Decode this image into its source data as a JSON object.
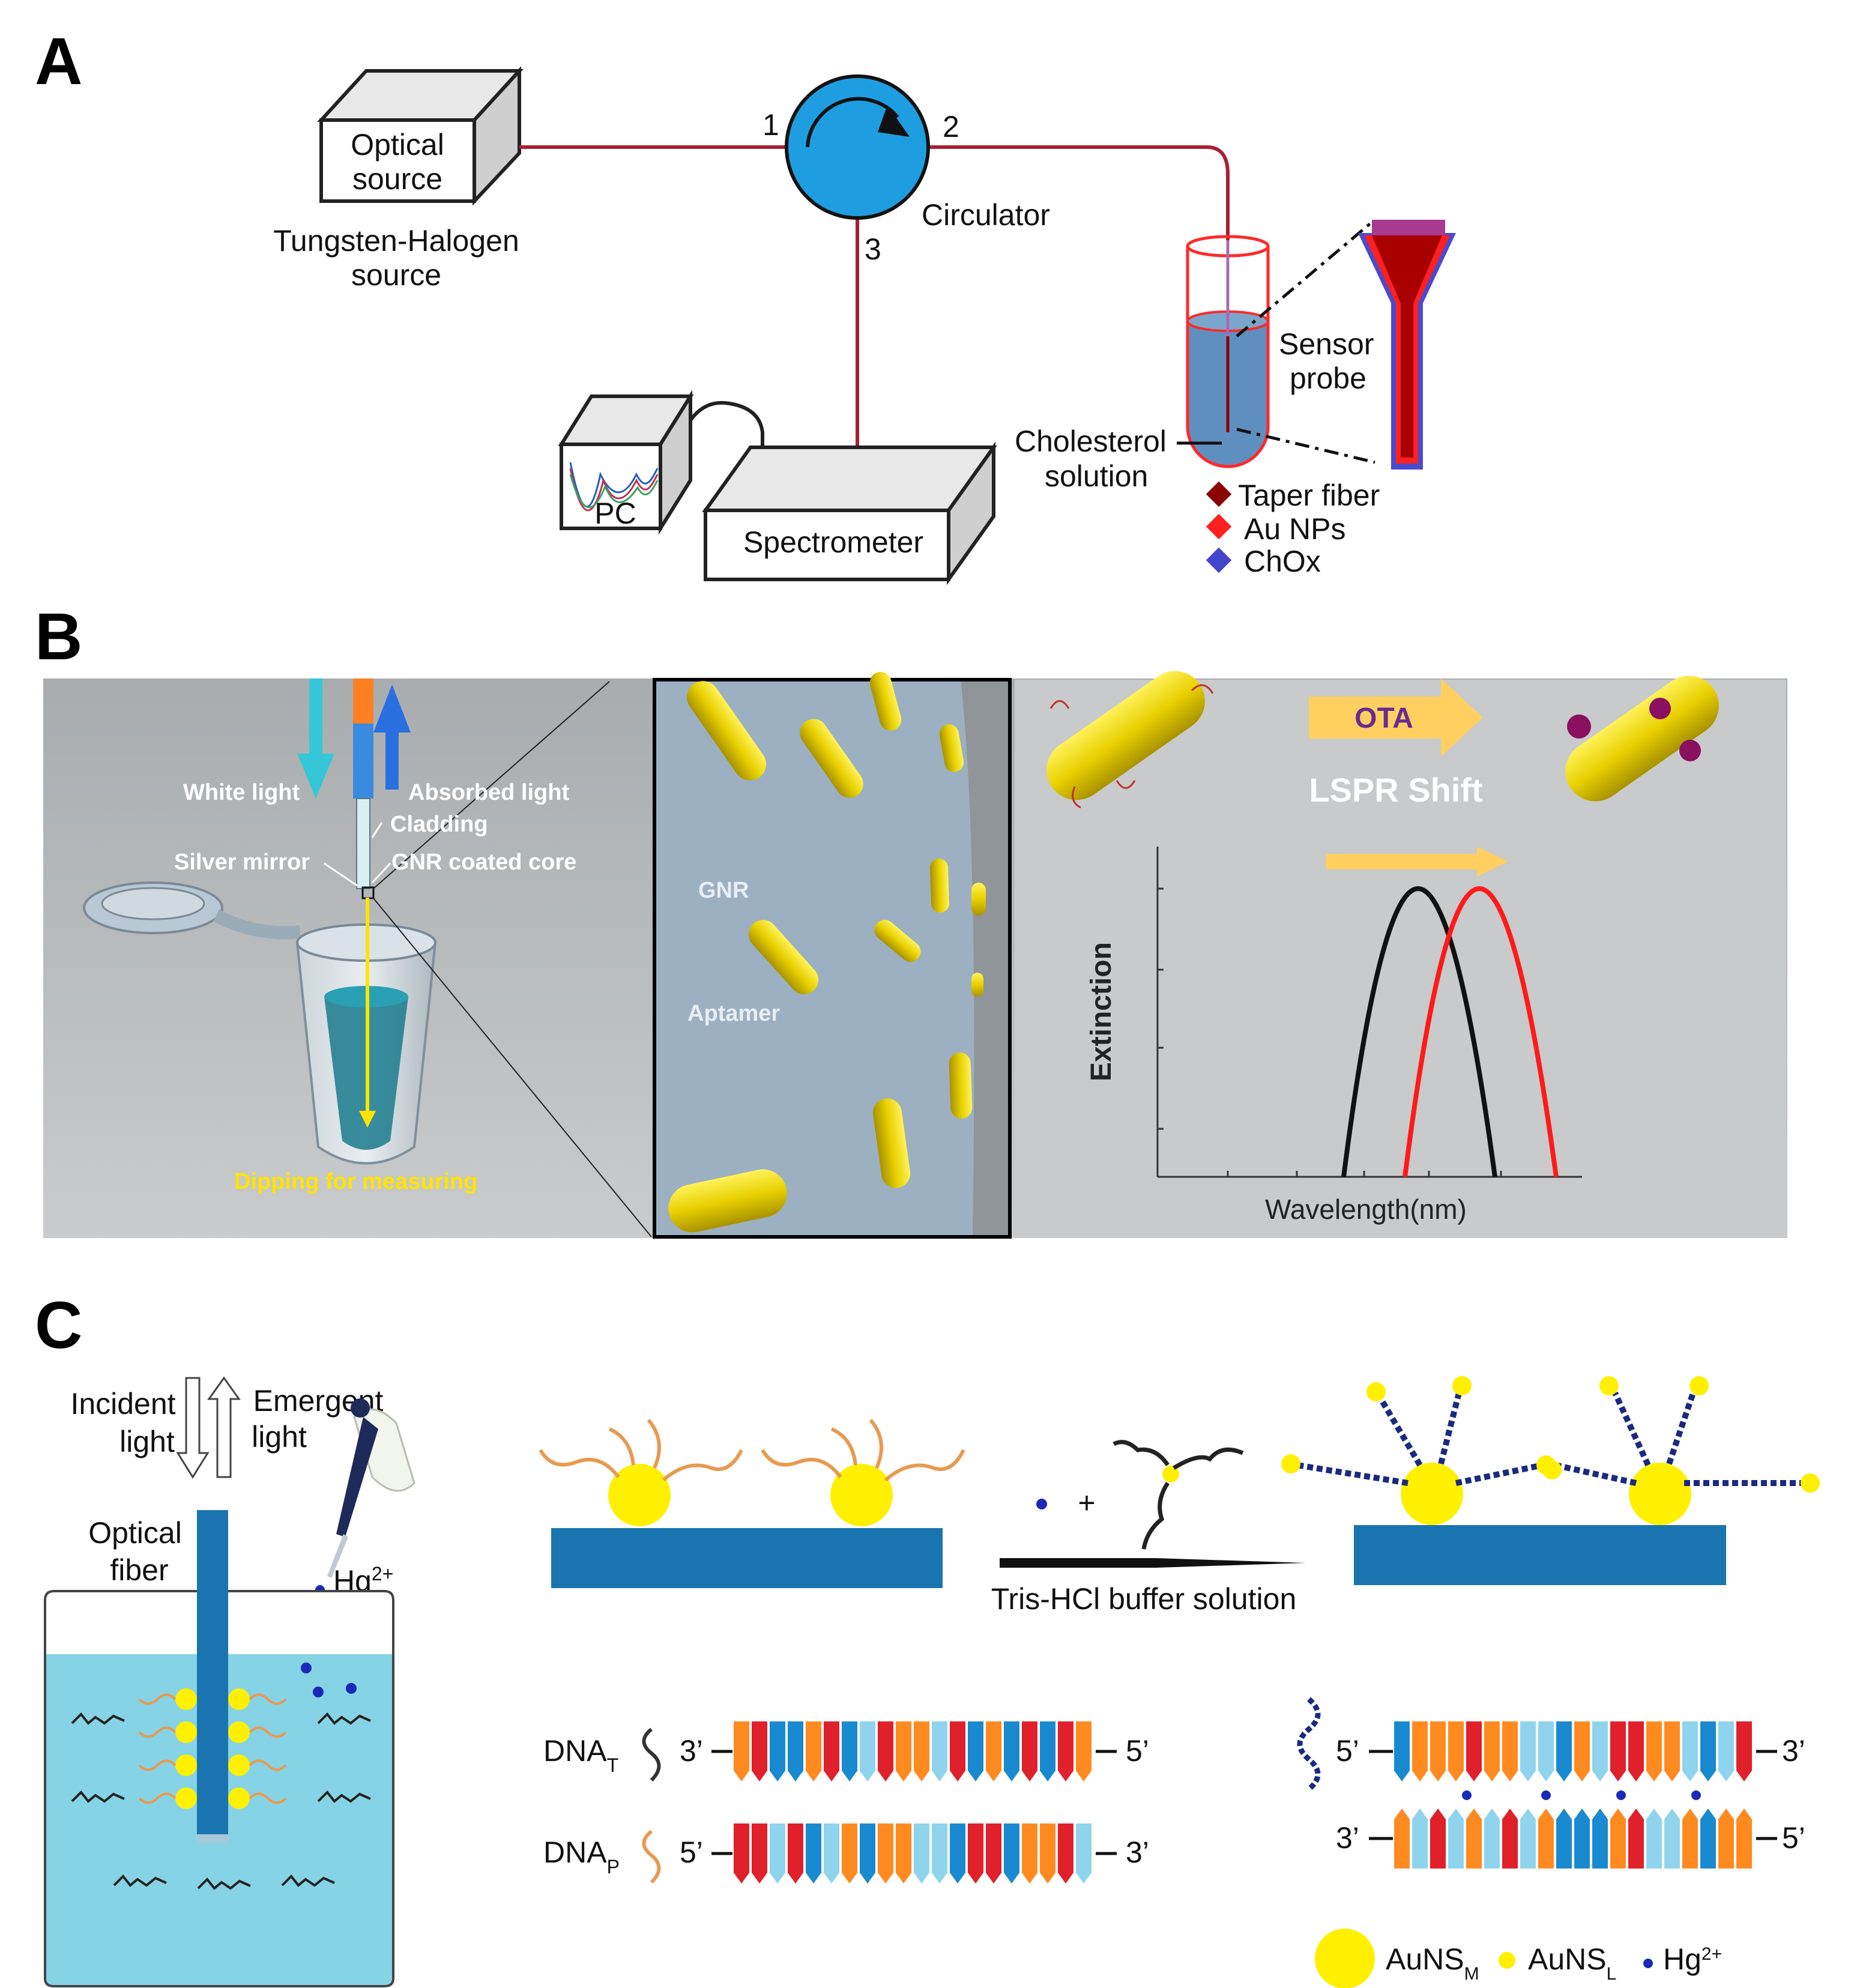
{
  "panels": {
    "a": "A",
    "b": "B",
    "c": "C"
  },
  "panel_a": {
    "optical_source": [
      "Optical",
      "source"
    ],
    "tungsten": [
      "Tungsten-Halogen",
      "source"
    ],
    "port1": "1",
    "port2": "2",
    "port3": "3",
    "circulator": "Circulator",
    "pc": "PC",
    "spectrometer": "Spectrometer",
    "cholesterol": [
      "Cholesterol",
      "solution"
    ],
    "sensor": [
      "Sensor",
      "probe"
    ],
    "legend": [
      {
        "label": "Taper fiber",
        "color": "#8b0000"
      },
      {
        "label": "Au NPs",
        "color": "#ff2020"
      },
      {
        "label": "ChOx",
        "color": "#4444cc"
      }
    ]
  },
  "panel_b": {
    "white_light": "White light",
    "absorbed_light": "Absorbed light",
    "cladding": "Cladding",
    "silver_mirror": "Silver mirror",
    "gnr_core": "GNR coated core",
    "dipping": "Dipping for measuring",
    "gnr": "GNR",
    "aptamer": "Aptamer",
    "ota": "OTA",
    "lspr": "LSPR Shift",
    "ylabel": "Extinction",
    "xlabel": "Wavelength(nm)"
  },
  "panel_c": {
    "incident": [
      "Incident",
      "light"
    ],
    "emergent": [
      "Emergent",
      "light"
    ],
    "optical_fiber": [
      "Optical",
      "fiber"
    ],
    "hg": "Hg",
    "hg_sup": "2+",
    "plus": "+",
    "buffer": "Tris-HCl buffer solution",
    "dnat": "DNA",
    "dnat_sub": "T",
    "dnap": "DNA",
    "dnap_sub": "P",
    "end3": "3’",
    "end5": "5’",
    "legend": [
      {
        "label": "AuNS",
        "sub": "M"
      },
      {
        "label": "AuNS",
        "sub": "L"
      },
      {
        "label": "Hg",
        "sup": "2+"
      }
    ]
  }
}
